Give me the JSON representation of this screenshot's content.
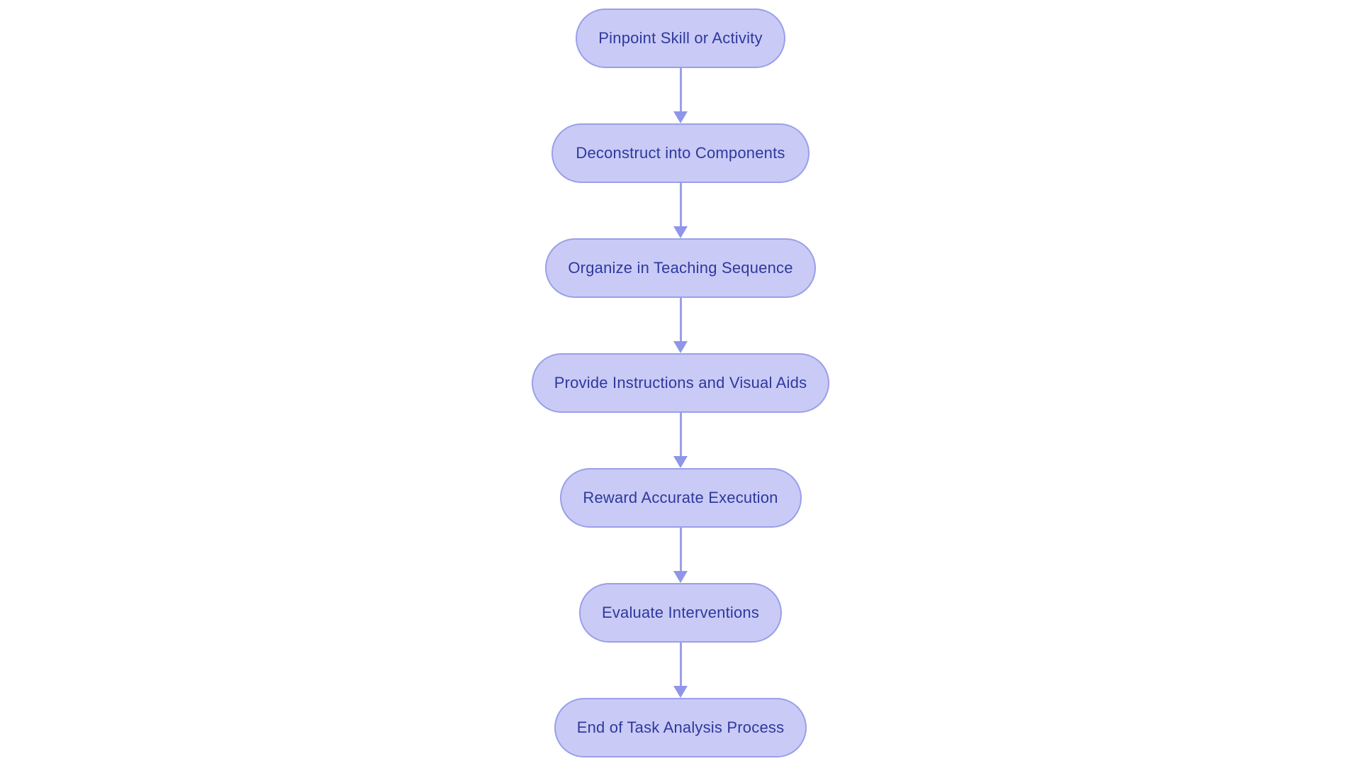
{
  "diagram": {
    "type": "flowchart",
    "direction": "top-down",
    "nodes": [
      {
        "id": "n1",
        "label": "Pinpoint Skill or Activity"
      },
      {
        "id": "n2",
        "label": "Deconstruct into Components"
      },
      {
        "id": "n3",
        "label": "Organize in Teaching Sequence"
      },
      {
        "id": "n4",
        "label": "Provide Instructions and Visual Aids"
      },
      {
        "id": "n5",
        "label": "Reward Accurate Execution"
      },
      {
        "id": "n6",
        "label": "Evaluate Interventions"
      },
      {
        "id": "n7",
        "label": "End of Task Analysis Process"
      }
    ],
    "edges": [
      {
        "from": "n1",
        "to": "n2"
      },
      {
        "from": "n2",
        "to": "n3"
      },
      {
        "from": "n3",
        "to": "n4"
      },
      {
        "from": "n4",
        "to": "n5"
      },
      {
        "from": "n5",
        "to": "n6"
      },
      {
        "from": "n6",
        "to": "n7"
      }
    ],
    "colors": {
      "background": "#ffffff",
      "node_fill": "#c9cbf6",
      "node_border": "#9a9fe9",
      "node_text": "#2f389d",
      "arrow_line": "#9aa0ea",
      "arrow_head": "#8f96e8"
    }
  }
}
